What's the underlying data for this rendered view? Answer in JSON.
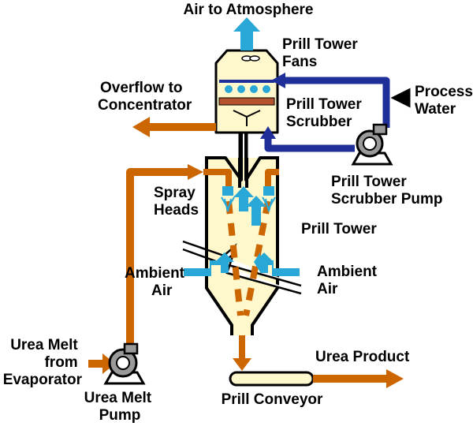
{
  "colors": {
    "orange": "#CC6600",
    "blue_pipe": "#1F2F9A",
    "air_blue": "#29A8D8",
    "tower_fill": "#FFF8CC",
    "pump_gray": "#9A9A9A",
    "scrubber_bed": "#B5532E"
  },
  "labels": {
    "air_to_atmosphere": "Air to Atmosphere",
    "prill_tower_fans": [
      "Prill Tower",
      "Fans"
    ],
    "overflow_to_concentrator": [
      "Overflow to",
      "Concentrator"
    ],
    "process_water": [
      "Process",
      "Water"
    ],
    "prill_tower_scrubber": [
      "Prill Tower",
      "Scrubber"
    ],
    "prill_tower_scrubber_pump": [
      "Prill Tower",
      "Scrubber Pump"
    ],
    "spray_heads": [
      "Spray",
      "Heads"
    ],
    "prill_tower": "Prill Tower",
    "ambient_air_left": [
      "Ambient",
      "Air"
    ],
    "ambient_air_right": [
      "Ambient",
      "Air"
    ],
    "urea_melt_from_evaporator": [
      "Urea Melt",
      "from",
      "Evaporator"
    ],
    "urea_melt_pump": [
      "Urea Melt",
      "Pump"
    ],
    "urea_product": "Urea Product",
    "prill_conveyor": "Prill Conveyor"
  },
  "icons": [
    "centrifugal-pump-icon",
    "fan-icon",
    "spray-nozzle-icon",
    "arrow-icon"
  ]
}
